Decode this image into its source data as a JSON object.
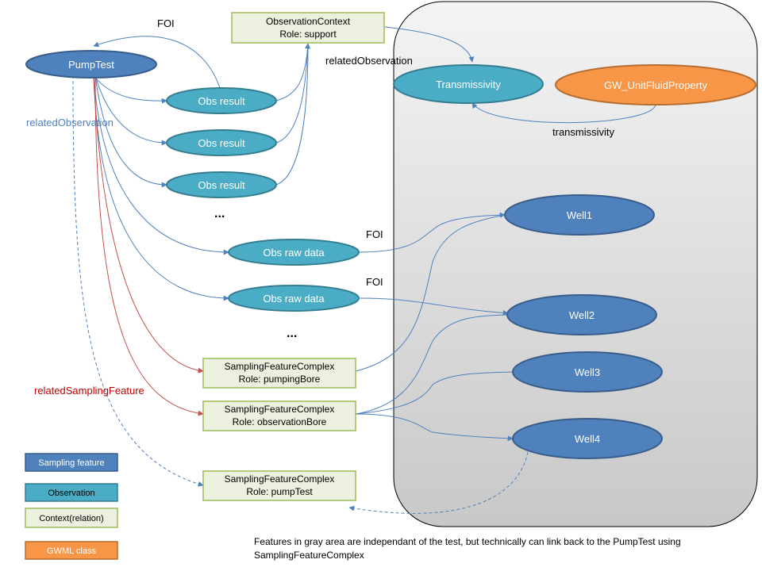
{
  "nodes": {
    "pumptest": "PumpTest",
    "obs_result_1": "Obs result",
    "obs_result_2": "Obs result",
    "obs_result_3": "Obs result",
    "ellipsis_1": "...",
    "obs_raw_1": "Obs raw data",
    "obs_raw_2": "Obs raw data",
    "ellipsis_2": "...",
    "transmissivity": "Transmissivity",
    "gw_unit": "GW_UnitFluidProperty",
    "well1": "Well1",
    "well2": "Well2",
    "well3": "Well3",
    "well4": "Well4"
  },
  "boxes": {
    "obs_context": [
      "ObservationContext",
      "Role: support"
    ],
    "sfc_pumping": [
      "SamplingFeatureComplex",
      "Role: pumpingBore"
    ],
    "sfc_observation": [
      "SamplingFeatureComplex",
      "Role: observationBore"
    ],
    "sfc_pumptest": [
      "SamplingFeatureComplex",
      "Role: pumpTest"
    ]
  },
  "edge_labels": {
    "foi_top": "FOI",
    "related_observation_right": "relatedObservation",
    "related_observation_left": "relatedObservation",
    "transmissivity": "transmissivity",
    "foi_raw_1": "FOI",
    "foi_raw_2": "FOI",
    "related_sampling_feature": "relatedSamplingFeature"
  },
  "legend": {
    "sampling_feature": "Sampling feature",
    "observation": "Observation",
    "context": "Context(relation)",
    "gwml_class": "GWML class"
  },
  "note": "Features in gray area are independant of the test, but technically can link back to the PumpTest using SamplingFeatureComplex",
  "colors": {
    "sampling_feature": "#4f81bd",
    "observation": "#4bacc6",
    "context_fill": "#ebf1de",
    "context_border": "#9bbb59",
    "gwml_class": "#f79646",
    "edge_blue": "#4f81bd",
    "edge_red": "#c0504d",
    "gray_area": "#d9d9d9"
  }
}
